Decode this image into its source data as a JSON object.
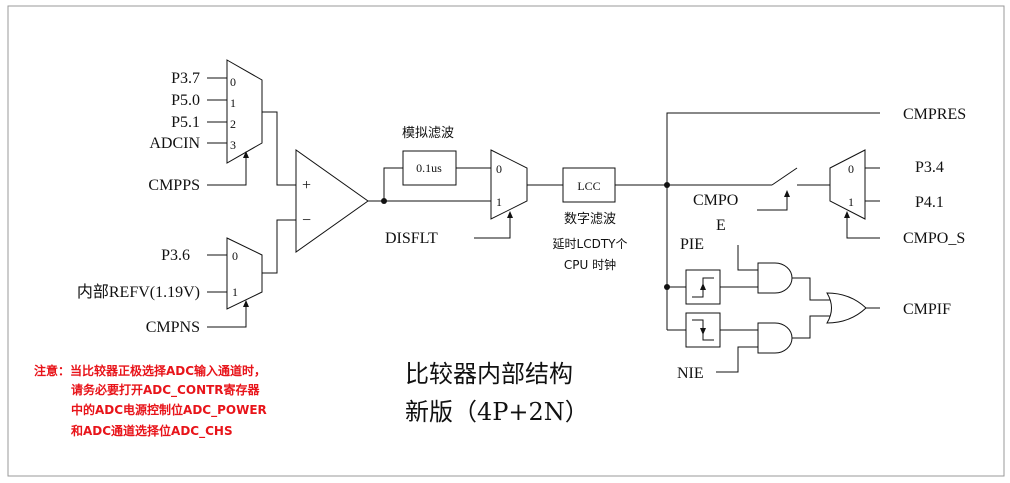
{
  "mux_in": {
    "inputs": [
      "P3.7",
      "P5.0",
      "P5.1",
      "ADCIN"
    ],
    "indexes": [
      "0",
      "1",
      "2",
      "3"
    ],
    "select": "CMPPS"
  },
  "mux_neg": {
    "inputs": [
      "P3.6",
      "内部REFV(1.19V)"
    ],
    "indexes": [
      "0",
      "1"
    ],
    "select": "CMPNS"
  },
  "comparator": {
    "plus": "+",
    "minus": "−"
  },
  "analog_filter": {
    "caption": "模拟滤波",
    "value": "0.1us"
  },
  "mux_flt": {
    "indexes": [
      "0",
      "1"
    ],
    "select": "DISFLT"
  },
  "digital_filter": {
    "box": "LCC",
    "caption": "数字滤波",
    "note1": "延时LCDTY个",
    "note2": "CPU 时钟"
  },
  "outputs": {
    "cmpres": "CMPRES",
    "cmpoe_line1": "CMPO",
    "cmpoe_line2": "E",
    "p34": "P3.4",
    "p41": "P4.1",
    "cmpo_s": "CMPO_S",
    "out_mux_indexes": [
      "0",
      "1"
    ],
    "pie": "PIE",
    "nie": "NIE",
    "cmpif": "CMPIF"
  },
  "notice": {
    "line1": "注意：当比较器正极选择ADC输入通道时，",
    "line2": "请务必要打开ADC_CONTR寄存器",
    "line3": "中的ADC电源控制位ADC_POWER",
    "line4": "和ADC通道选择位ADC_CHS"
  },
  "title": {
    "line1": "比较器内部结构",
    "line2": "新版（4P+2N）"
  }
}
